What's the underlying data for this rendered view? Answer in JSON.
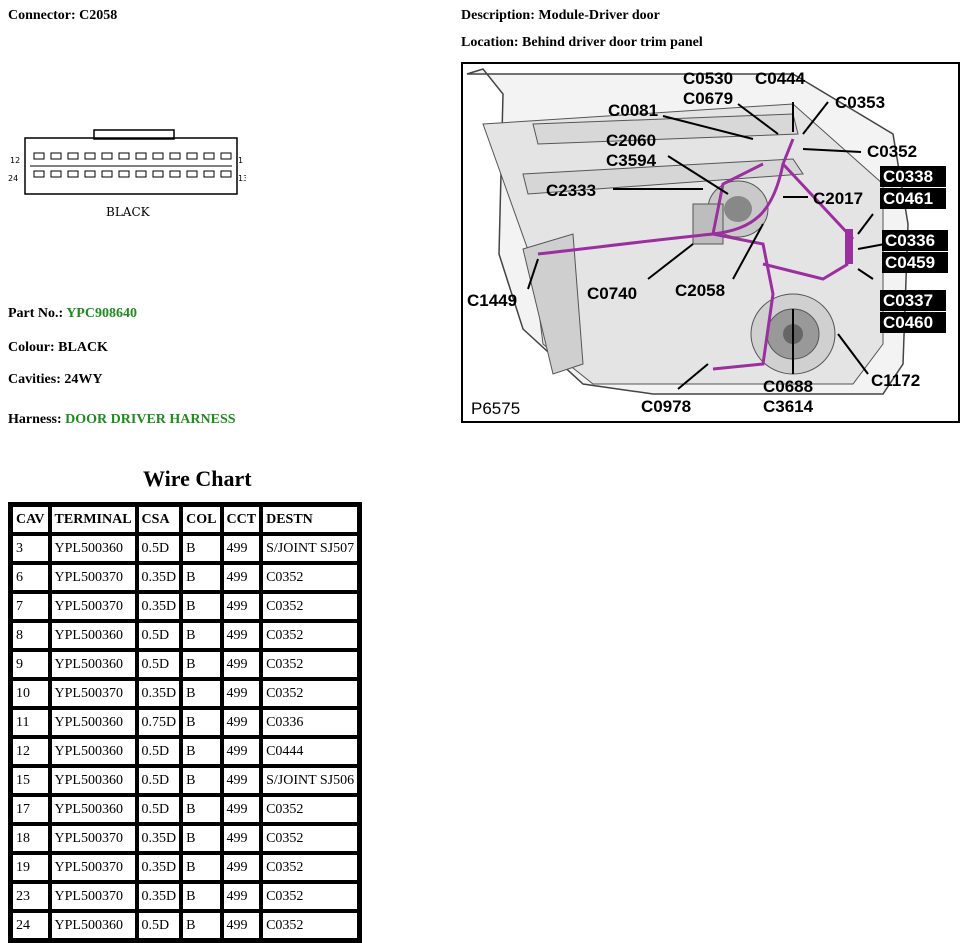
{
  "connector": {
    "label": "Connector: C2058"
  },
  "description": {
    "label": "Description: Module-Driver door"
  },
  "location": {
    "label": "Location: Behind driver door trim panel"
  },
  "connector_drawing": {
    "pin_top_left": "12",
    "pin_top_right": "1",
    "pin_bottom_left": "24",
    "pin_bottom_right": "13",
    "colour_text": "BLACK"
  },
  "part": {
    "label": "Part No.: ",
    "value": "YPC908640"
  },
  "colour": {
    "label": "Colour: BLACK"
  },
  "cavities": {
    "label": "Cavities: 24WY"
  },
  "harness": {
    "label": "Harness: ",
    "value": "DOOR DRIVER HARNESS"
  },
  "diagram": {
    "ref": "P6575",
    "callouts": [
      "C0530",
      "C0679",
      "C0444",
      "C0081",
      "C0353",
      "C2060",
      "C3594",
      "C0352",
      "C2333",
      "C2017",
      "C0338",
      "C0461",
      "C0336",
      "C0459",
      "C1449",
      "C0740",
      "C2058",
      "C0337",
      "C0460",
      "C0688",
      "C3614",
      "C1172",
      "C0978"
    ]
  },
  "wire_chart": {
    "title": "Wire Chart",
    "headers": [
      "CAV",
      "TERMINAL",
      "CSA",
      "COL",
      "CCT",
      "DESTN"
    ],
    "rows": [
      [
        "3",
        "YPL500360",
        "0.5D",
        "B",
        "499",
        "S/JOINT SJ507"
      ],
      [
        "6",
        "YPL500370",
        "0.35D",
        "B",
        "499",
        "C0352"
      ],
      [
        "7",
        "YPL500370",
        "0.35D",
        "B",
        "499",
        "C0352"
      ],
      [
        "8",
        "YPL500360",
        "0.5D",
        "B",
        "499",
        "C0352"
      ],
      [
        "9",
        "YPL500360",
        "0.5D",
        "B",
        "499",
        "C0352"
      ],
      [
        "10",
        "YPL500370",
        "0.35D",
        "B",
        "499",
        "C0352"
      ],
      [
        "11",
        "YPL500360",
        "0.75D",
        "B",
        "499",
        "C0336"
      ],
      [
        "12",
        "YPL500360",
        "0.5D",
        "B",
        "499",
        "C0444"
      ],
      [
        "15",
        "YPL500360",
        "0.5D",
        "B",
        "499",
        "S/JOINT SJ506"
      ],
      [
        "17",
        "YPL500360",
        "0.5D",
        "B",
        "499",
        "C0352"
      ],
      [
        "18",
        "YPL500370",
        "0.35D",
        "B",
        "499",
        "C0352"
      ],
      [
        "19",
        "YPL500370",
        "0.35D",
        "B",
        "499",
        "C0352"
      ],
      [
        "23",
        "YPL500370",
        "0.35D",
        "B",
        "499",
        "C0352"
      ],
      [
        "24",
        "YPL500360",
        "0.5D",
        "B",
        "499",
        "C0352"
      ]
    ]
  }
}
